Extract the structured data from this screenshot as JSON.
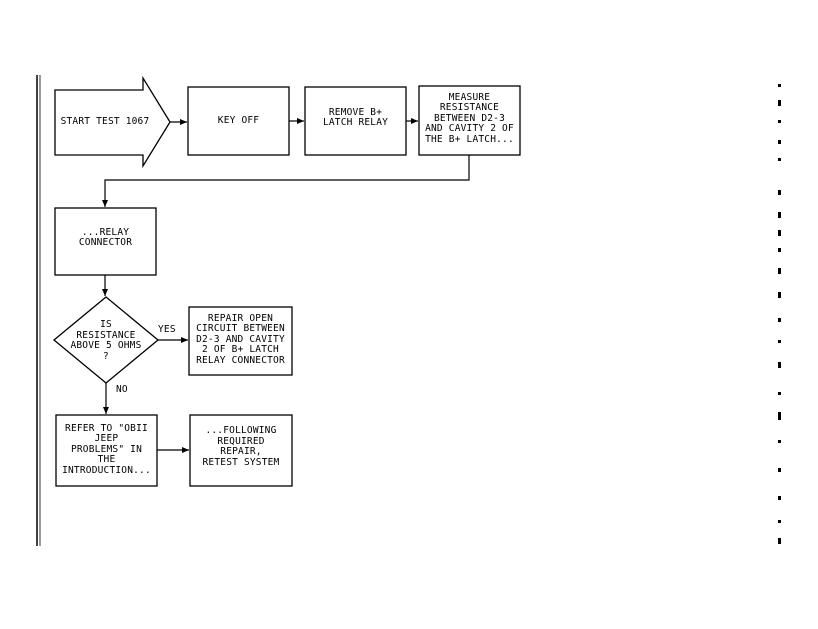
{
  "nodes": {
    "start": "START TEST 1067",
    "key_off": "KEY OFF",
    "remove": "REMOVE B+\nLATCH RELAY",
    "measure": "MEASURE\nRESISTANCE\nBETWEEN D2-3\nAND CAVITY 2 OF\nTHE B+ LATCH...",
    "relay_connector": "...RELAY\nCONNECTOR",
    "decision": "IS\nRESISTANCE\nABOVE 5 OHMS\n?",
    "repair": "REPAIR OPEN\nCIRCUIT BETWEEN\nD2-3 AND CAVITY\n2 OF B+ LATCH\nRELAY CONNECTOR",
    "refer": "REFER TO \"OBII\nJEEP\nPROBLEMS\" IN\nTHE\nINTRODUCTION...",
    "following": "...FOLLOWING\nREQUIRED\nREPAIR,\nRETEST SYSTEM"
  },
  "edge_labels": {
    "yes": "YES",
    "no": "NO"
  },
  "colors": {
    "stroke": "#000000",
    "background": "#ffffff"
  }
}
